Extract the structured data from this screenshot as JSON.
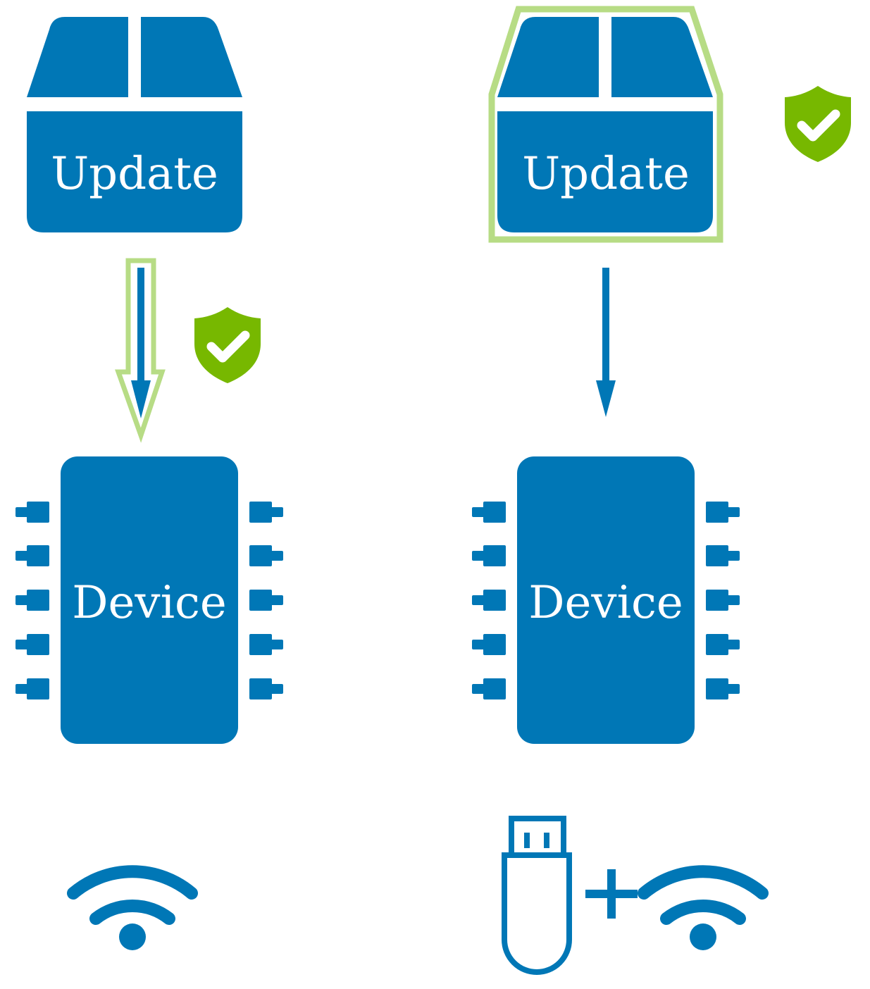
{
  "colors": {
    "primary": "#0077b6",
    "highlight": "#b7dc85",
    "check": "#77b800",
    "background": "#ffffff"
  },
  "left": {
    "package_label": "Update",
    "device_label": "Device",
    "verified_element": "transfer-arrow",
    "channel_icons": [
      "wifi-icon"
    ]
  },
  "right": {
    "package_label": "Update",
    "device_label": "Device",
    "verified_element": "update-package",
    "channel_icons": [
      "usb-drive-icon",
      "plus-icon",
      "wifi-icon"
    ]
  },
  "icons": {
    "verified": "shield-check-icon",
    "package": "box-icon",
    "device": "chip-icon",
    "arrow": "arrow-down-icon"
  }
}
